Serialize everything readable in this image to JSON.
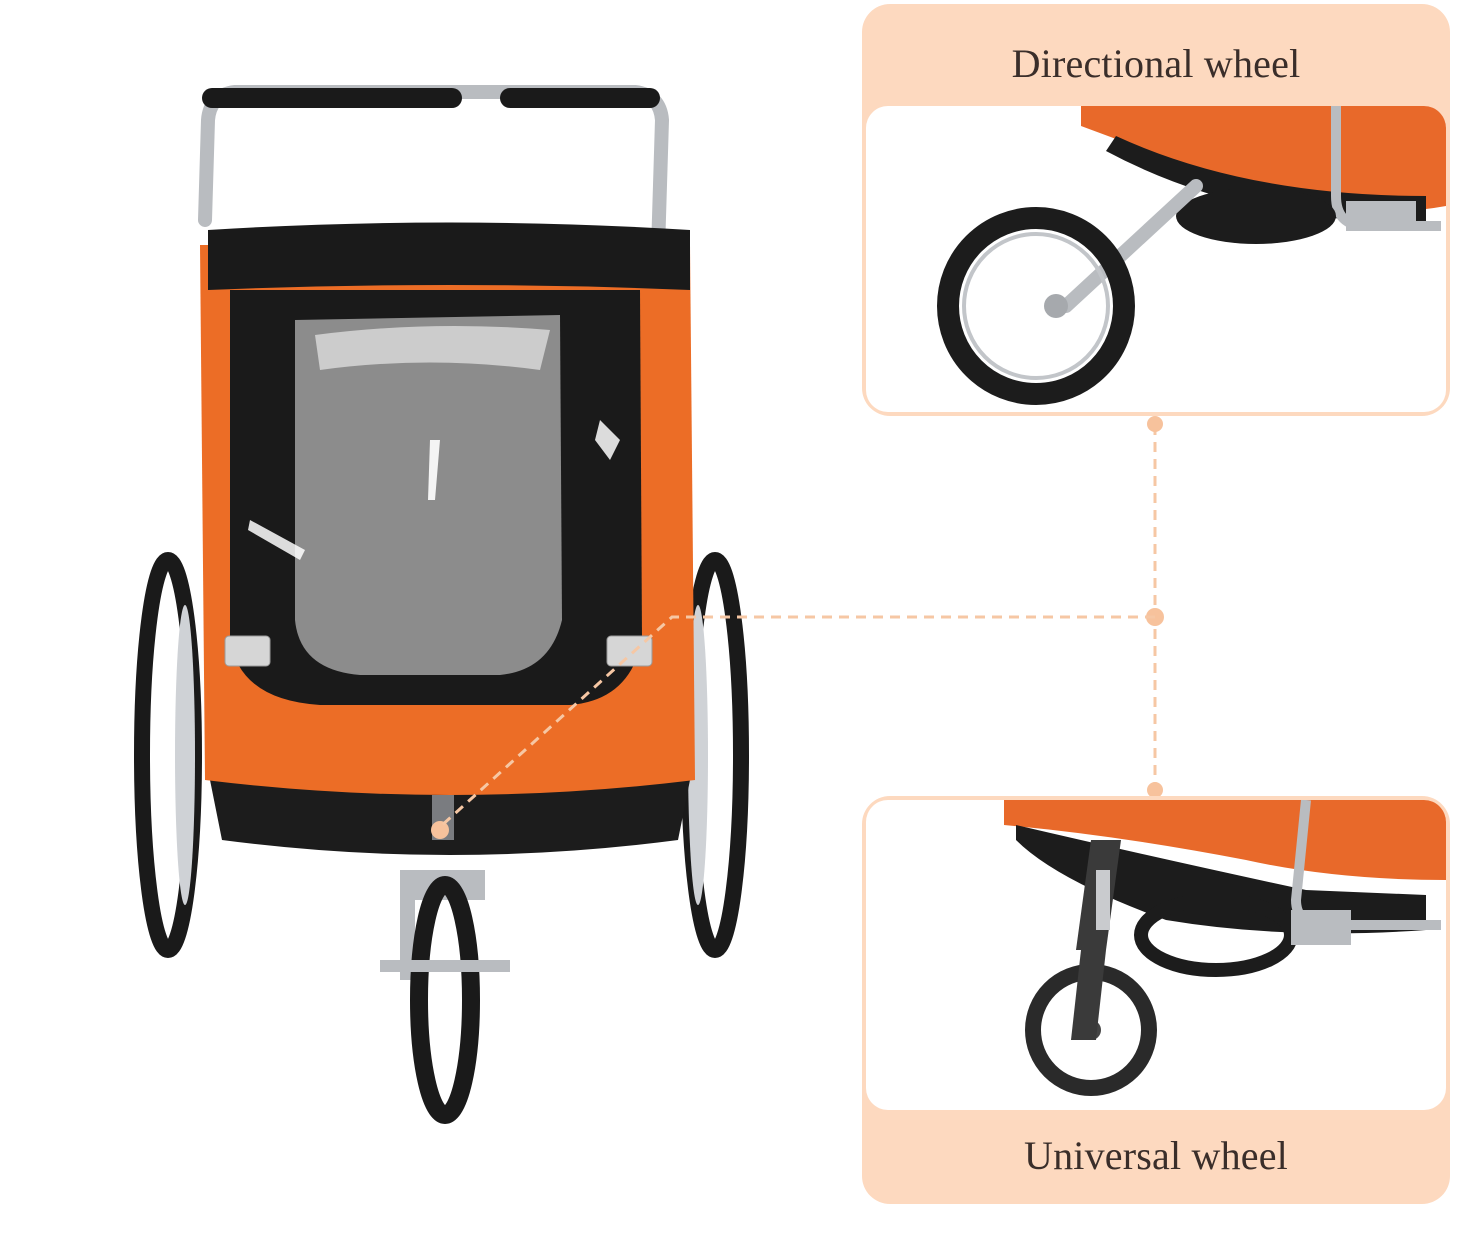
{
  "callouts": {
    "top": {
      "title": "Directional wheel",
      "image": "directional-wheel-closeup"
    },
    "bottom": {
      "title": "Universal wheel",
      "image": "universal-wheel-closeup"
    }
  },
  "product": {
    "name": "pet-bike-trailer-stroller",
    "image": "trailer-front-view"
  },
  "colors": {
    "callout_bg": "#fdd9bf",
    "connector": "#f6c7a4",
    "connector_dot": "#f7c29c",
    "trailer_orange": "#e8692a",
    "trailer_black": "#1c1c1c",
    "frame_silver": "#b9bcc0",
    "title_text": "#3a2e2a"
  }
}
